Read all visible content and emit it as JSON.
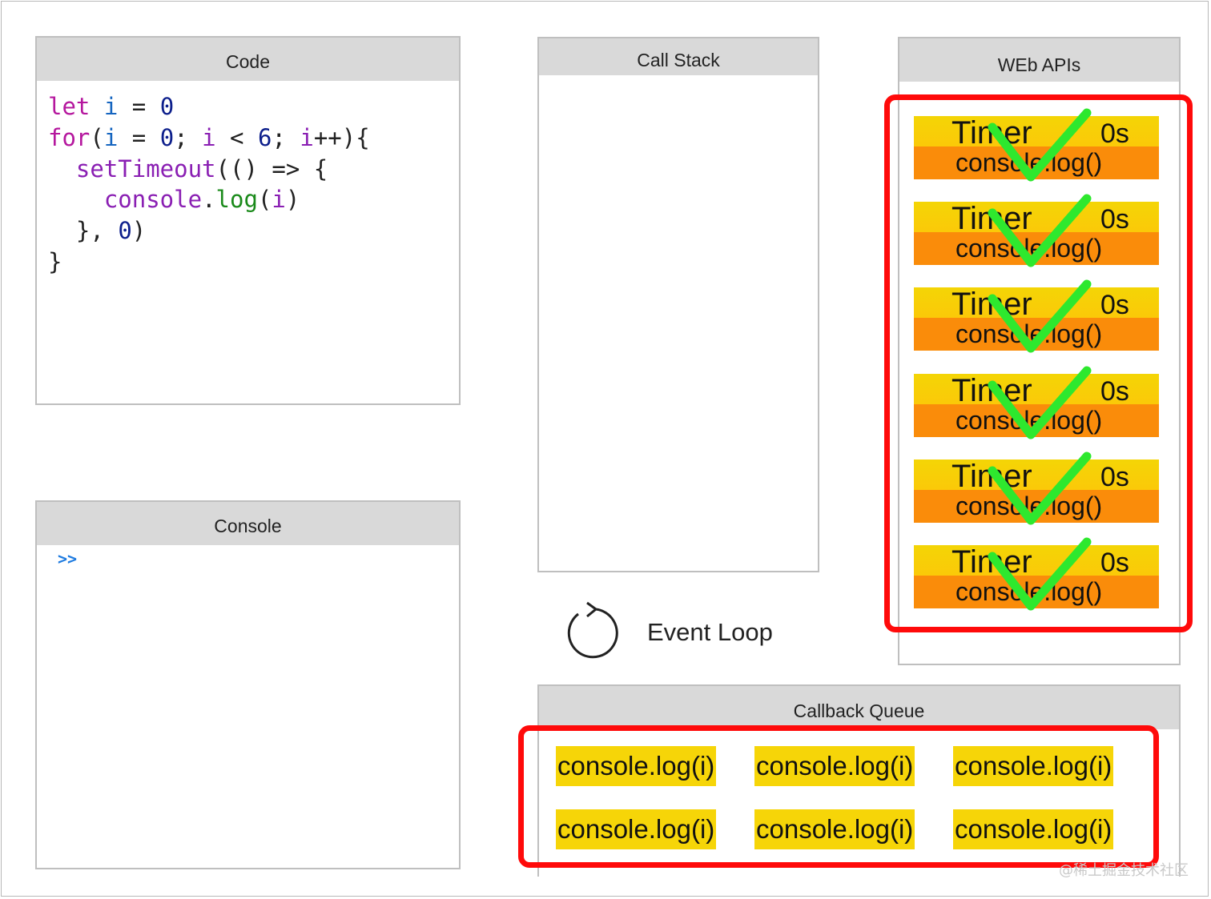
{
  "code_panel": {
    "title": "Code",
    "lines": [
      [
        {
          "t": "let",
          "c": "kw"
        },
        {
          "t": " ",
          "c": "punc"
        },
        {
          "t": "i",
          "c": "var"
        },
        {
          "t": " = ",
          "c": "punc"
        },
        {
          "t": "0",
          "c": "num"
        }
      ],
      [
        {
          "t": "for",
          "c": "kw"
        },
        {
          "t": "(",
          "c": "punc"
        },
        {
          "t": "i",
          "c": "var"
        },
        {
          "t": " = ",
          "c": "punc"
        },
        {
          "t": "0",
          "c": "num"
        },
        {
          "t": "; ",
          "c": "punc"
        },
        {
          "t": "i",
          "c": "fn"
        },
        {
          "t": " < ",
          "c": "punc"
        },
        {
          "t": "6",
          "c": "num"
        },
        {
          "t": "; ",
          "c": "punc"
        },
        {
          "t": "i",
          "c": "fn"
        },
        {
          "t": "++){",
          "c": "punc"
        }
      ],
      [
        {
          "t": "  ",
          "c": "punc"
        },
        {
          "t": "setTimeout",
          "c": "fn"
        },
        {
          "t": "(() => {",
          "c": "punc"
        }
      ],
      [
        {
          "t": "    ",
          "c": "punc"
        },
        {
          "t": "console",
          "c": "fn"
        },
        {
          "t": ".",
          "c": "punc"
        },
        {
          "t": "log",
          "c": "method"
        },
        {
          "t": "(",
          "c": "punc"
        },
        {
          "t": "i",
          "c": "fn"
        },
        {
          "t": ")",
          "c": "punc"
        }
      ],
      [
        {
          "t": "  }, ",
          "c": "punc"
        },
        {
          "t": "0",
          "c": "num"
        },
        {
          "t": ")",
          "c": "punc"
        }
      ],
      [
        {
          "t": "}",
          "c": "punc"
        }
      ]
    ]
  },
  "console_panel": {
    "title": "Console",
    "prompt": ">>"
  },
  "call_stack": {
    "title": "Call Stack"
  },
  "event_loop": {
    "label": "Event Loop",
    "icon": "refresh-loop-icon"
  },
  "web_apis": {
    "title": "WEb APIs",
    "timers": [
      {
        "name": "Timer",
        "delay": "0s",
        "callback": "console.log()",
        "done": true
      },
      {
        "name": "Timer",
        "delay": "0s",
        "callback": "console.log()",
        "done": true
      },
      {
        "name": "Timer",
        "delay": "0s",
        "callback": "console.log()",
        "done": true
      },
      {
        "name": "Timer",
        "delay": "0s",
        "callback": "console.log()",
        "done": true
      },
      {
        "name": "Timer",
        "delay": "0s",
        "callback": "console.log()",
        "done": true
      },
      {
        "name": "Timer",
        "delay": "0s",
        "callback": "console.log()",
        "done": true
      }
    ]
  },
  "callback_queue": {
    "title": "Callback Queue",
    "items": [
      "console.log(i)",
      "console.log(i)",
      "console.log(i)",
      "console.log(i)",
      "console.log(i)",
      "console.log(i)"
    ]
  },
  "watermark": "@稀土掘金技术社区",
  "colors": {
    "highlight": "#ff0a0a",
    "check": "#2ee82e",
    "timer_top": "#f6d506",
    "timer_bottom": "#fa8c0a",
    "queue_item": "#f6d508",
    "header_bg": "#d9d9d9"
  }
}
